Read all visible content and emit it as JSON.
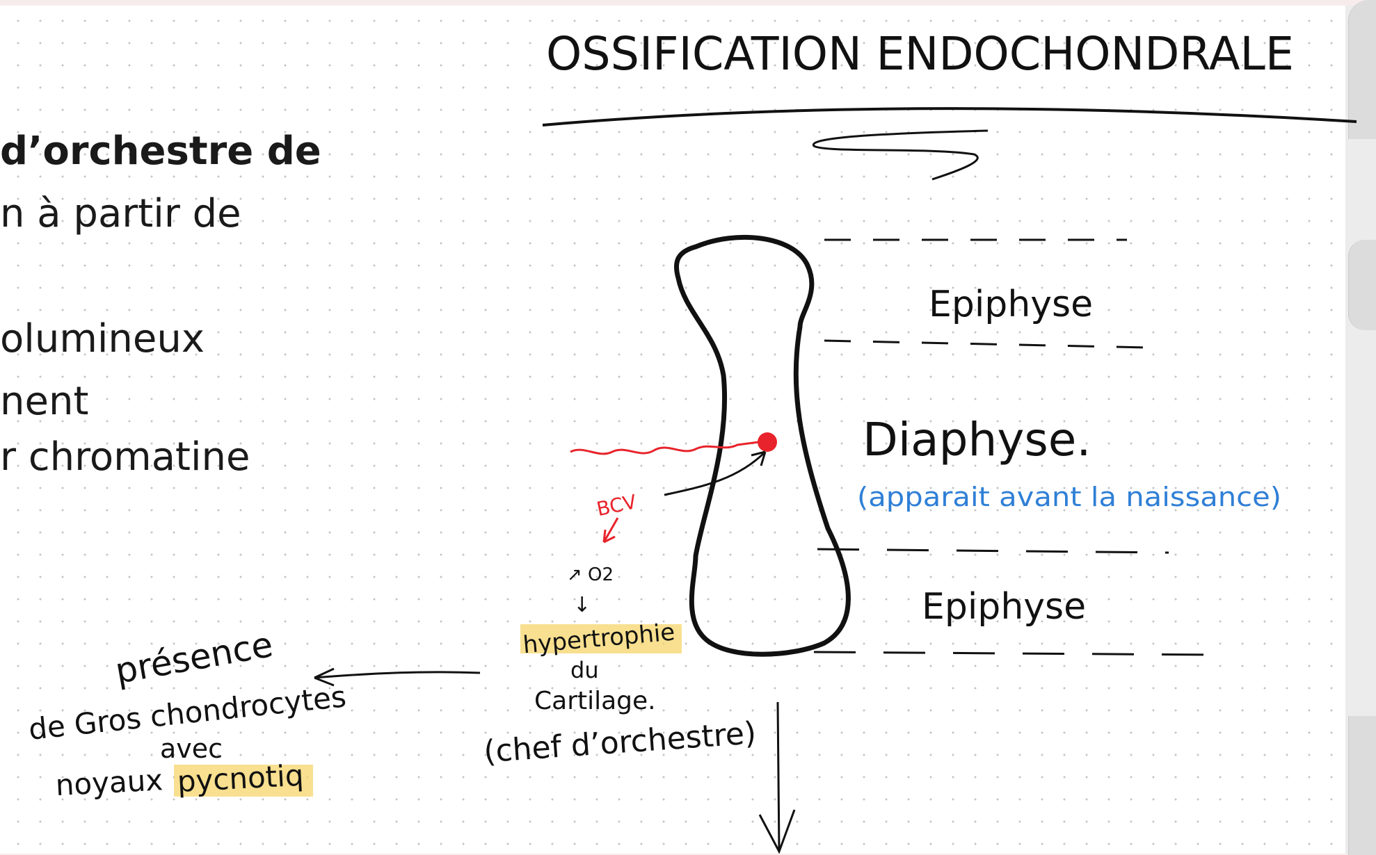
{
  "left_text": {
    "line1": "d’orchestre de",
    "line2": "n à partir de",
    "line3": "olumineux",
    "line4": "nent",
    "line5": "r chromatine"
  },
  "sketch": {
    "title": "OSSIFICATION ENDOCHONDRALE",
    "epiphyse_top": "Epiphyse",
    "diaphyse": "Diaphyse.",
    "diaphyse_note": "(apparait avant la naissance)",
    "epiphyse_bottom": "Epiphyse",
    "bcv": "BCV",
    "o2": "↗ O2",
    "down_arrow_small": "↓",
    "hypertrophie_1": "hypertrophie",
    "hypertrophie_2": "du",
    "hypertrophie_3": "Cartilage.",
    "chef": "(chef d’orchestre)",
    "presence_1": "présence",
    "presence_2": "de Gros chondrocytes",
    "presence_3": "avec",
    "presence_4": "noyaux",
    "presence_5": "pycnotiq"
  },
  "colors": {
    "ink": "#111111",
    "red": "#e8232b",
    "blue": "#2f7fd6",
    "highlight": "#f6d66b"
  }
}
